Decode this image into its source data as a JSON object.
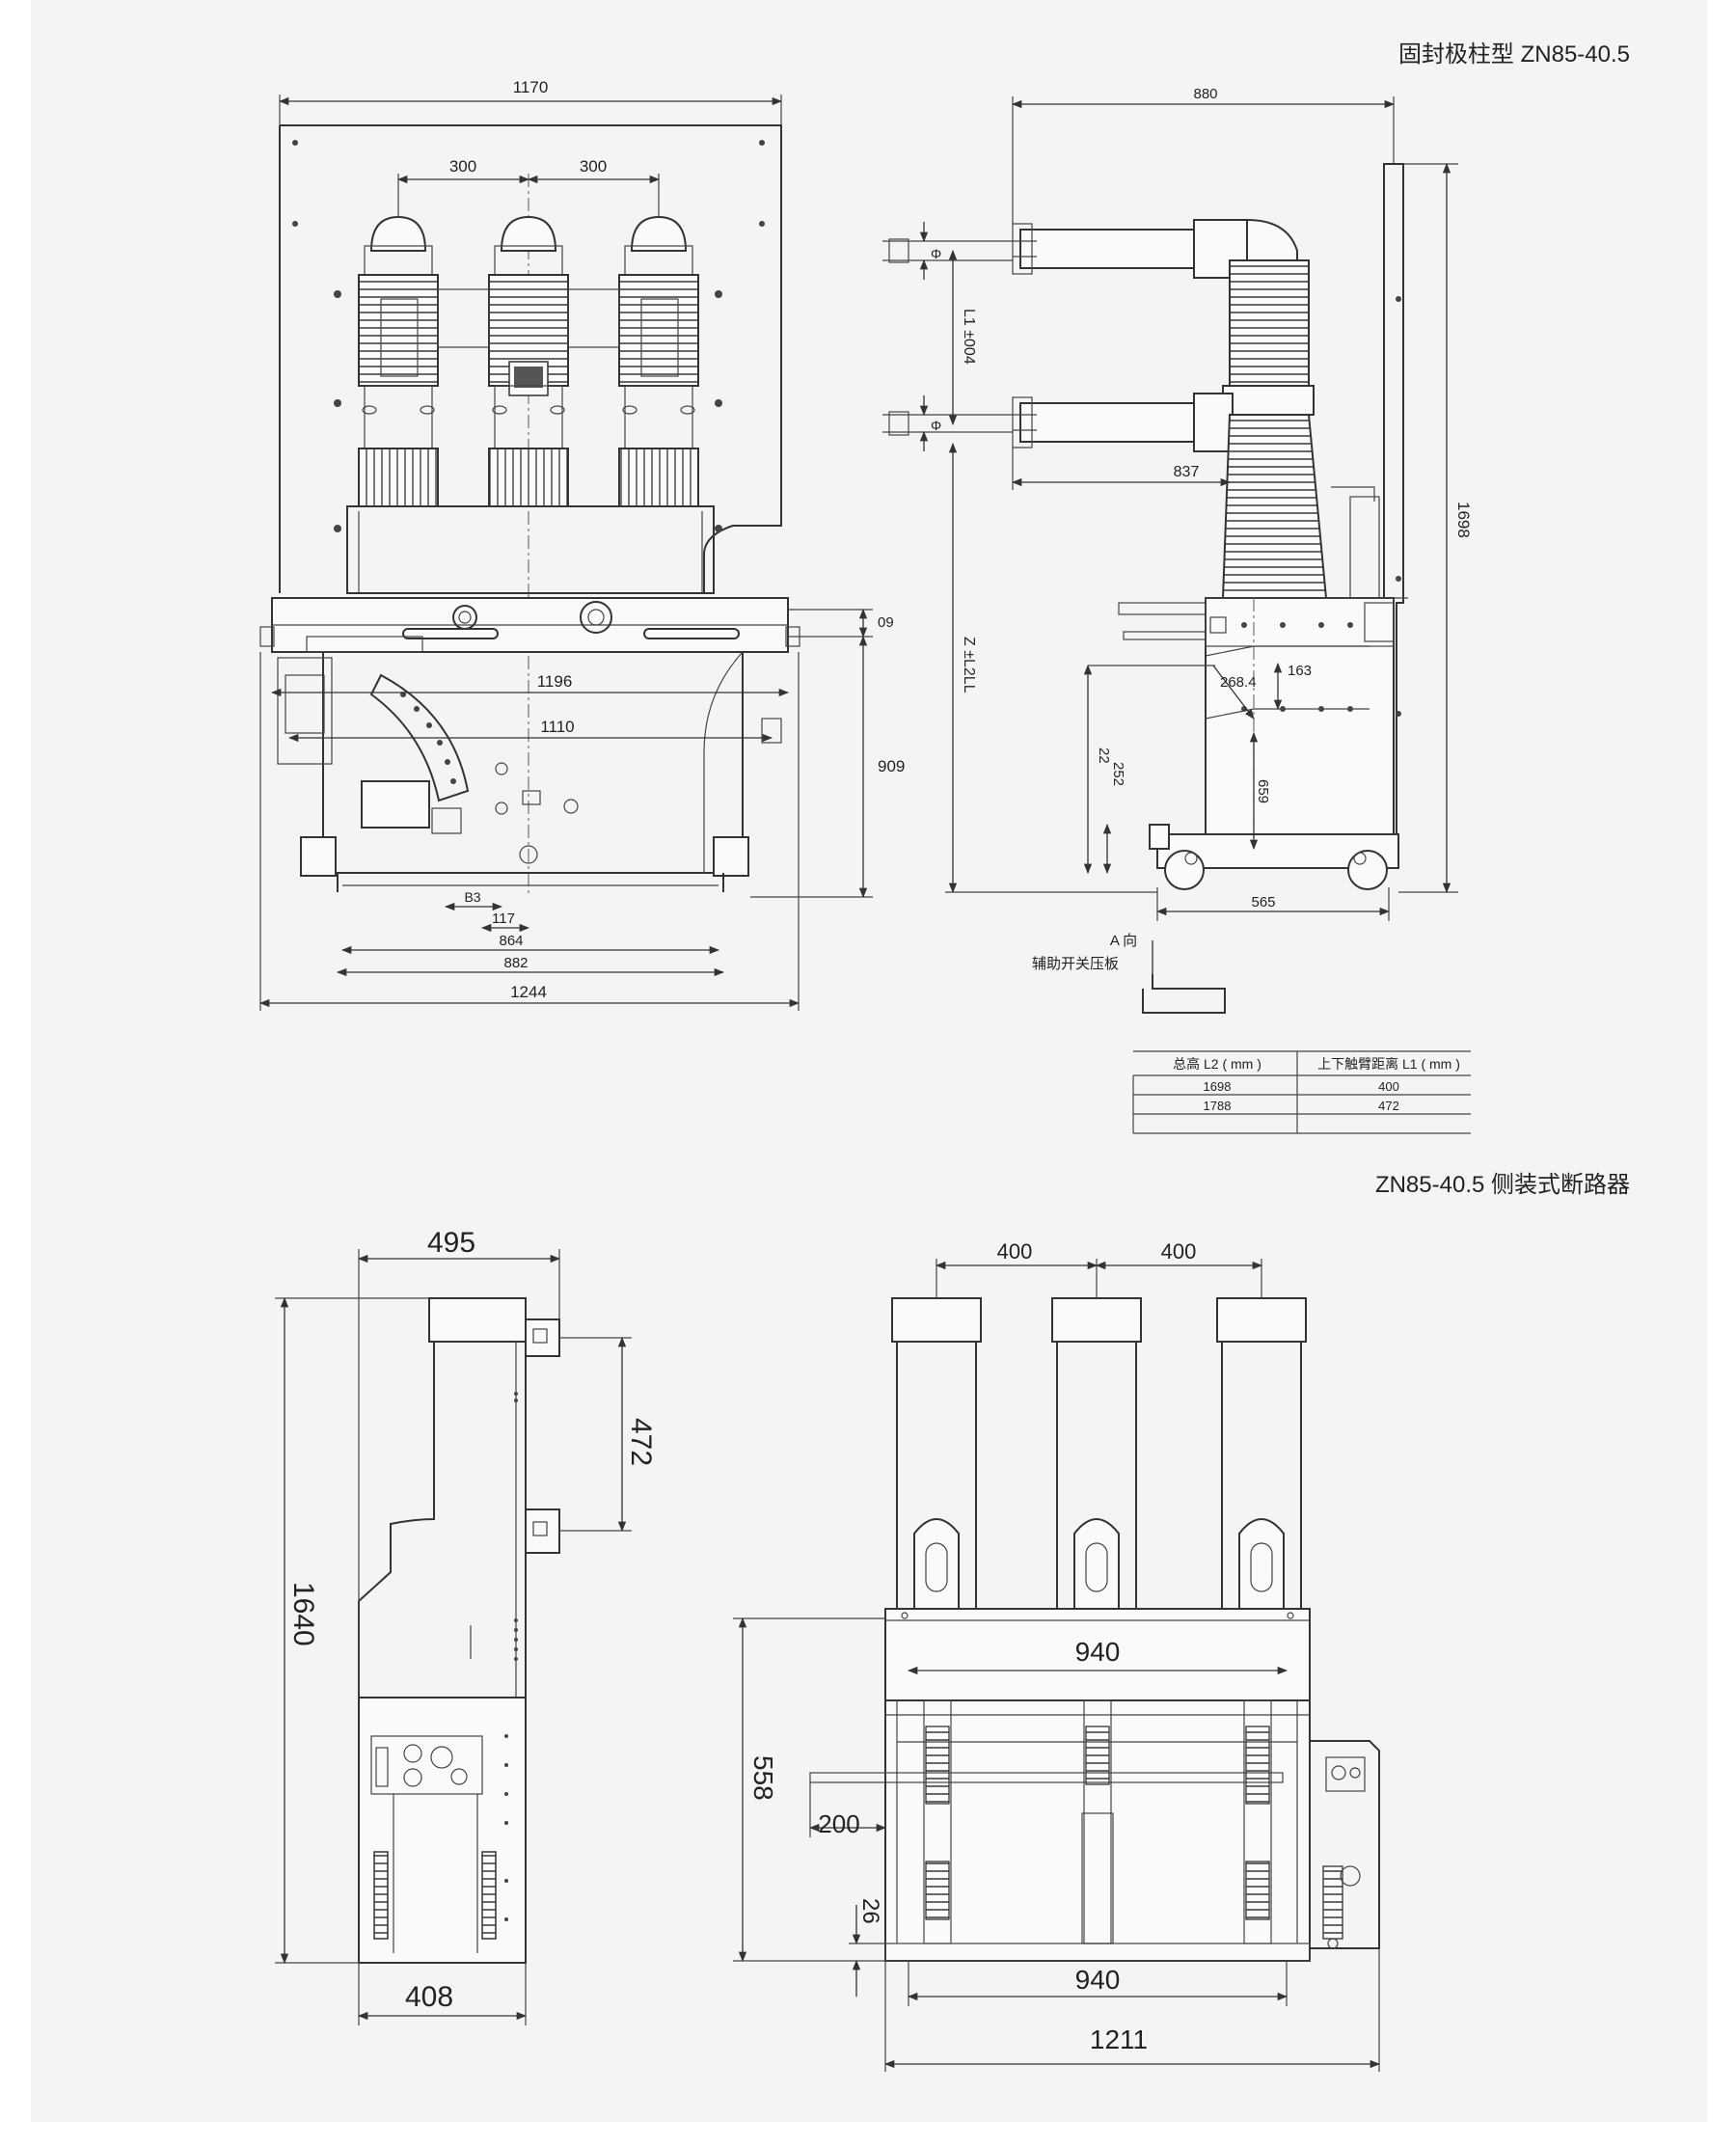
{
  "titles": {
    "top": "固封极柱型 ZN85-40.5",
    "bottom": "ZN85-40.5 侧装式断路器"
  },
  "front_top": {
    "dims": [
      "1170",
      "300",
      "300",
      "1196",
      "1110",
      "B3",
      "117",
      "864",
      "882",
      "1244",
      "09",
      "909"
    ]
  },
  "side_top": {
    "dims": [
      "880",
      "Φ",
      "Φ",
      "L1 ±004",
      "837",
      "1698",
      "Z ±L2LL",
      "163",
      "268.4",
      "659",
      "22",
      "252",
      "565"
    ],
    "note_dir": "A 向",
    "note_label": "辅助开关压板"
  },
  "table": {
    "headers": [
      "上下触臂距离 L1 ( mm )",
      "总高 L2 ( mm )"
    ],
    "rows": [
      [
        "400",
        "1698"
      ],
      [
        "472",
        "1788"
      ]
    ]
  },
  "side_bottom": {
    "dims": [
      "495",
      "472",
      "1640",
      "408"
    ]
  },
  "front_bottom": {
    "dims": [
      "400",
      "400",
      "940",
      "558",
      "200",
      "26",
      "940",
      "1211"
    ]
  }
}
